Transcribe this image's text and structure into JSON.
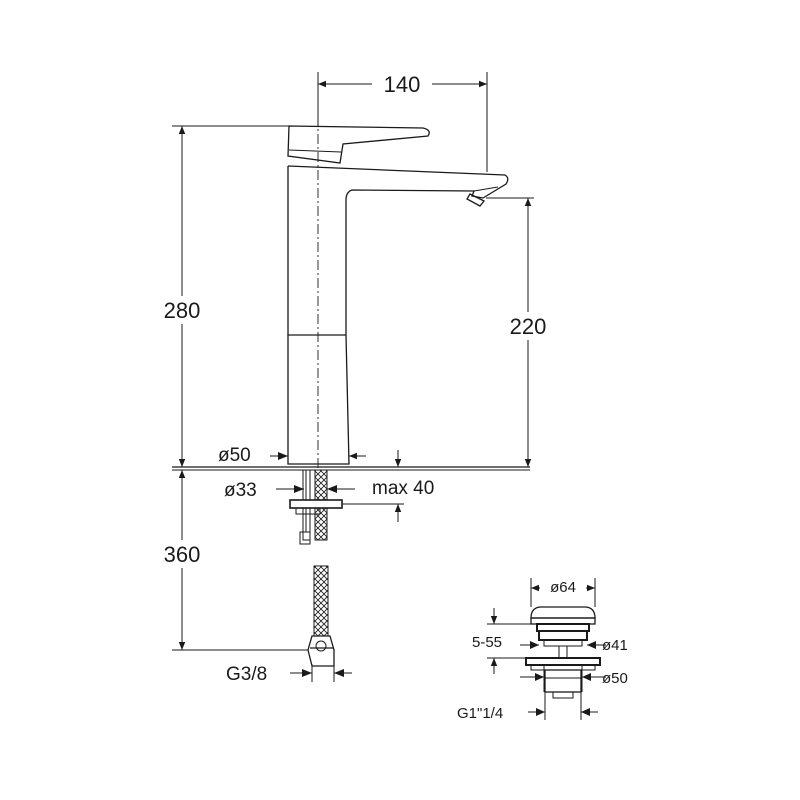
{
  "faucet": {
    "dims": {
      "width": "140",
      "height": "280",
      "spout_height": "220",
      "body_diameter": "ø50",
      "hole_diameter": "ø33",
      "max_thickness": "max 40",
      "hose_length": "360",
      "thread": "G3/8"
    }
  },
  "drain": {
    "dims": {
      "cap_diameter": "ø64",
      "height_range": "5-55",
      "inner_diameter": "ø41",
      "flange_diameter": "ø50",
      "thread": "G1\"1/4"
    }
  },
  "colors": {
    "line": "#1a1a1a",
    "background": "#ffffff"
  }
}
